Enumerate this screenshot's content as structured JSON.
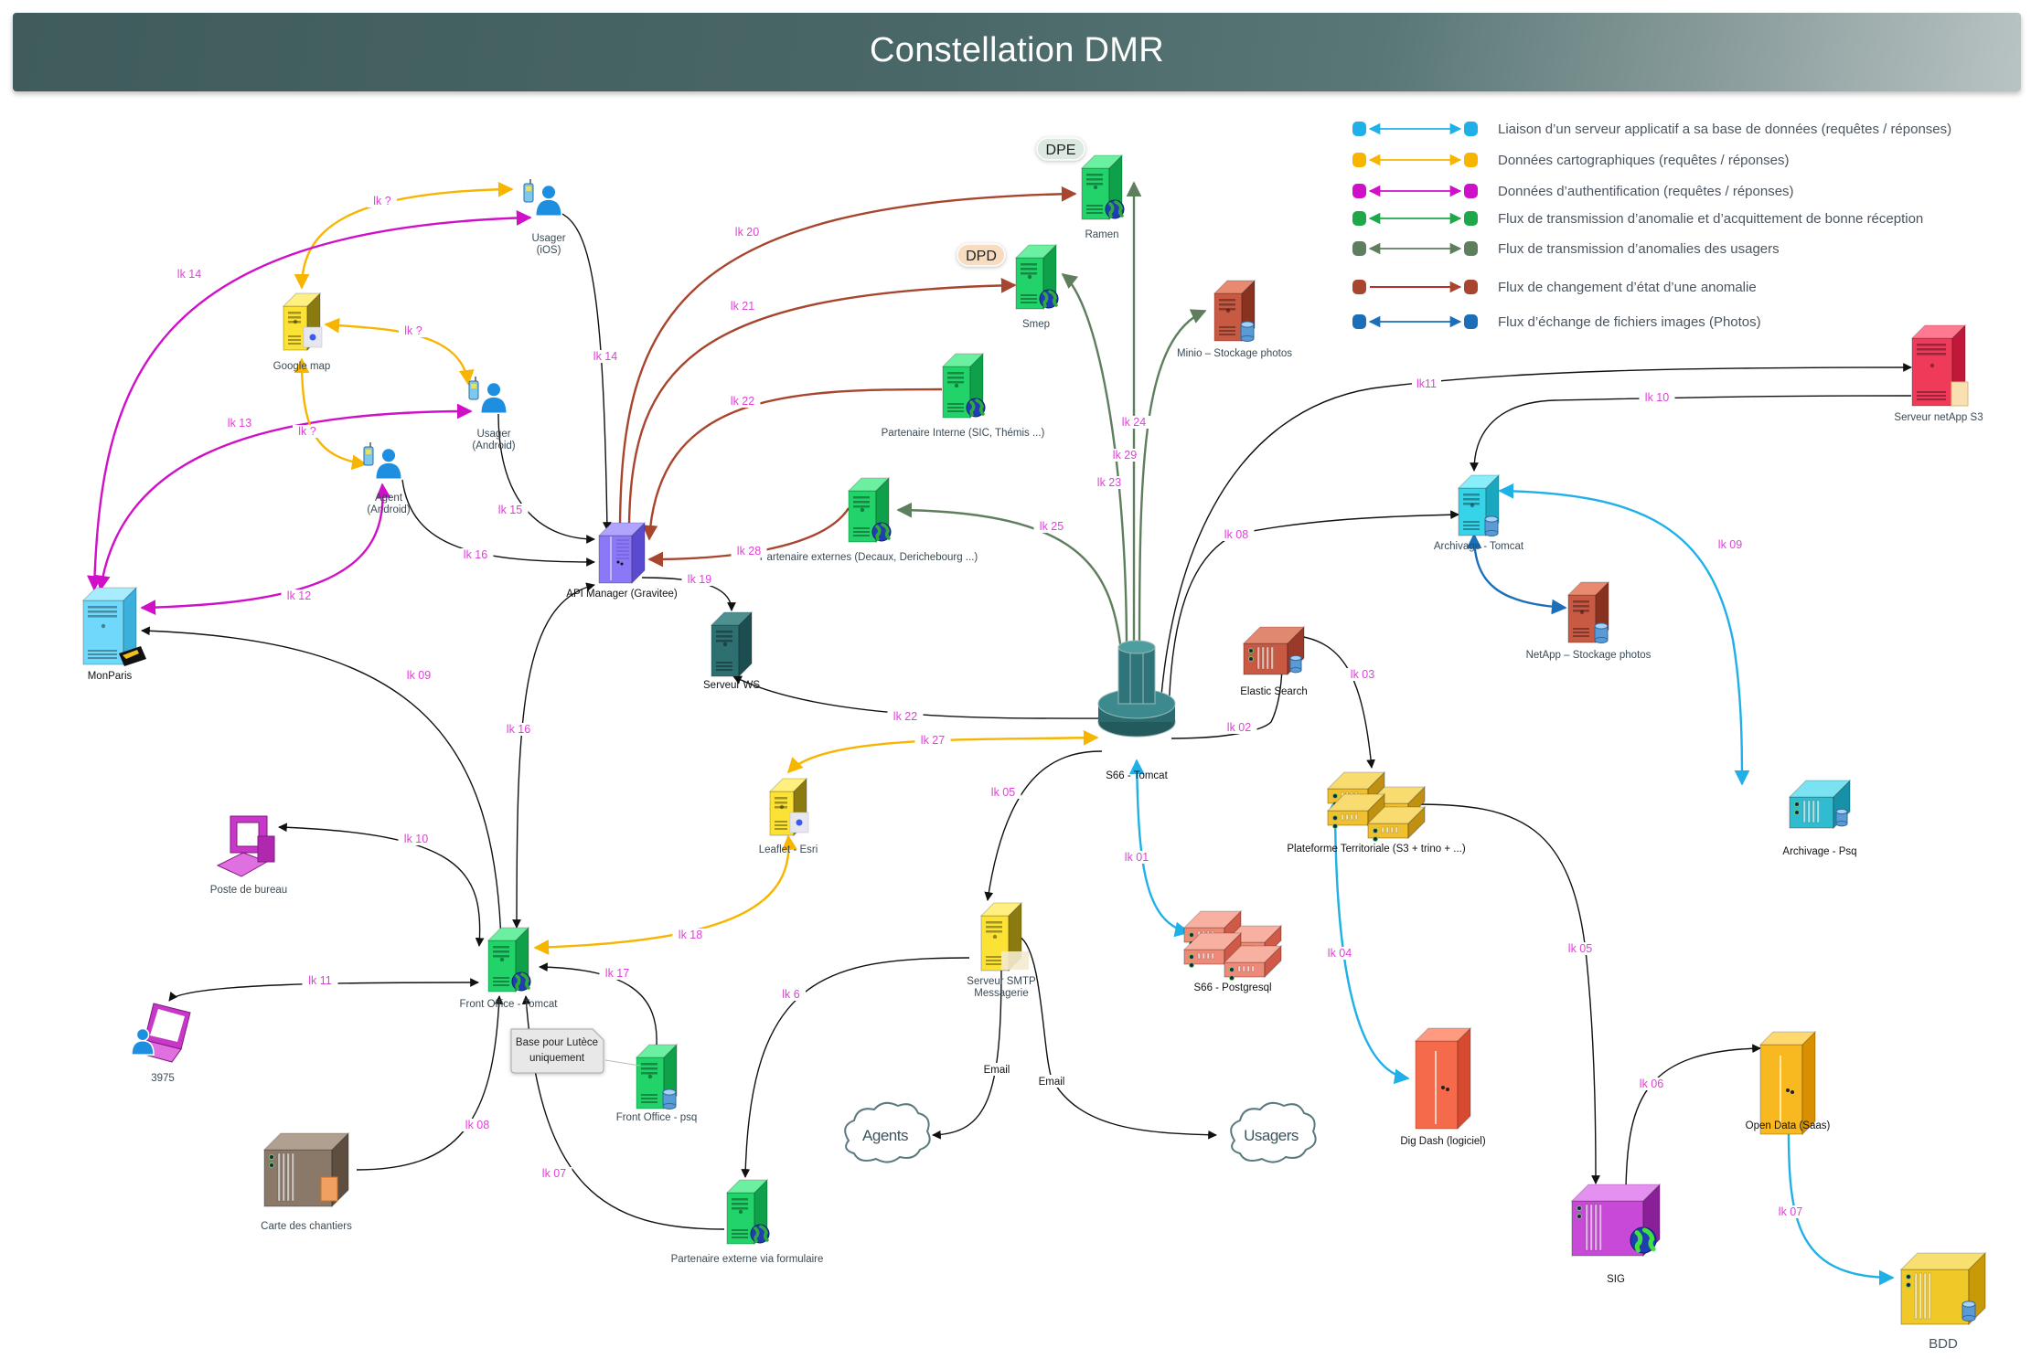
{
  "title": "Constellation DMR",
  "colors": {
    "db": "#1fb0e8",
    "carto": "#f7b500",
    "auth": "#d010c8",
    "anomaly": "#1ea84a",
    "user_anomaly": "#5e7e5e",
    "state_change": "#a8452e",
    "photos": "#1a6fb8",
    "generic": "#111111",
    "label": "#e040d8"
  },
  "legend": [
    {
      "type": "db",
      "label": "Liaison d’un serveur applicatif a sa base de données (requêtes / réponses)",
      "color": "#1fb0e8",
      "dots": "#1fb0e8"
    },
    {
      "type": "carto",
      "label": "Données cartographiques (requêtes / réponses)",
      "color": "#f7b500",
      "dots": "#f7b500"
    },
    {
      "type": "auth",
      "label": "Données d’authentification (requêtes / réponses)",
      "color": "#d010c8",
      "dots": "#d010c8"
    },
    {
      "type": "anomaly",
      "label": "Flux de transmission d’anomalie et d’acquittement de bonne réception",
      "color": "#1ea84a",
      "dots": "#1ea84a"
    },
    {
      "type": "user_anomaly",
      "label": "Flux de transmission d’anomalies des usagers",
      "color": "#5e7e5e",
      "dots": "#5e7e5e"
    },
    {
      "type": "state_change",
      "label": "Flux de changement d’état d’une anomalie",
      "color": "#b01010",
      "dots": "#a8452e"
    },
    {
      "type": "photos",
      "label": "Flux d’échange de fichiers images (Photos)",
      "color": "#1a6fb8",
      "dots": "#1a6fb8"
    }
  ],
  "tags": [
    {
      "id": "dpe",
      "label": "DPE",
      "bg": "#dce9e0"
    },
    {
      "id": "dpd",
      "label": "DPD",
      "bg": "#f8dcc0"
    }
  ],
  "note": {
    "lines": [
      "Base pour Lutèce",
      "uniquement"
    ]
  },
  "nodes": [
    {
      "id": "usager-ios",
      "label": [
        "Usager",
        "(iOS)"
      ],
      "kind": "user"
    },
    {
      "id": "google-map",
      "label": [
        "Google map"
      ],
      "kind": "yellow-server"
    },
    {
      "id": "usager-android",
      "label": [
        "Usager",
        "(Android)"
      ],
      "kind": "user"
    },
    {
      "id": "agent-android",
      "label": [
        "Agent",
        "(Android)"
      ],
      "kind": "user"
    },
    {
      "id": "monparis",
      "label": [
        "MonParis"
      ],
      "kind": "monparis"
    },
    {
      "id": "api-manager",
      "label": [
        "API Manager (Gravitee)"
      ],
      "kind": "api"
    },
    {
      "id": "serveur-ws",
      "label": [
        "Serveur WS"
      ],
      "kind": "teal-server"
    },
    {
      "id": "ramen",
      "label": [
        "Ramen"
      ],
      "kind": "green-web"
    },
    {
      "id": "smep",
      "label": [
        "Smep"
      ],
      "kind": "green-web"
    },
    {
      "id": "partenaire-interne",
      "label": [
        "Partenaire Interne (SIC, Thémis ...)"
      ],
      "kind": "green-web"
    },
    {
      "id": "partenaire-externes",
      "label": [
        "Partenaire externes (Decaux, Derichebourg ...)"
      ],
      "kind": "green-web"
    },
    {
      "id": "minio",
      "label": [
        "Minio – Stockage photos"
      ],
      "kind": "red-db"
    },
    {
      "id": "s66-tomcat",
      "label": [
        "S66 - Tomcat"
      ],
      "kind": "tower"
    },
    {
      "id": "elastic",
      "label": [
        "Elastic Search"
      ],
      "kind": "rack-red"
    },
    {
      "id": "serveur-netapp",
      "label": [
        "Serveur netApp S3"
      ],
      "kind": "pink-server"
    },
    {
      "id": "archivage-tomcat",
      "label": [
        "Archivage - Tomcat"
      ],
      "kind": "cyan-db"
    },
    {
      "id": "netapp-stockage",
      "label": [
        "NetApp – Stockage photos"
      ],
      "kind": "red-db"
    },
    {
      "id": "plateforme",
      "label": [
        "Plateforme Territoriale (S3 + trino + ...)"
      ],
      "kind": "rack-yellow-stack"
    },
    {
      "id": "archivage-psq",
      "label": [
        "Archivage - Psq"
      ],
      "kind": "rack-cyan"
    },
    {
      "id": "leaflet",
      "label": [
        "Leaflet - Esri"
      ],
      "kind": "yellow-server"
    },
    {
      "id": "smtp",
      "label": [
        "Serveur SMTP",
        "Messagerie"
      ],
      "kind": "yellow-mail"
    },
    {
      "id": "s66-postgresql",
      "label": [
        "S66 - Postgresql"
      ],
      "kind": "rack-salmon-stack"
    },
    {
      "id": "front-office-tomcat",
      "label": [
        "Front Office - Tomcat"
      ],
      "kind": "green-web"
    },
    {
      "id": "front-office-psq",
      "label": [
        "Front Office - psq"
      ],
      "kind": "green-db"
    },
    {
      "id": "poste-bureau",
      "label": [
        "Poste de bureau"
      ],
      "kind": "desktop"
    },
    {
      "id": "n3975",
      "label": [
        "3975"
      ],
      "kind": "laptop"
    },
    {
      "id": "carte-chantiers",
      "label": [
        "Carte des chantiers"
      ],
      "kind": "rack-brown"
    },
    {
      "id": "partenaire-formulaire",
      "label": [
        "Partenaire externe via formulaire"
      ],
      "kind": "green-web"
    },
    {
      "id": "agents-cloud",
      "label": [
        "Agents"
      ],
      "kind": "cloud"
    },
    {
      "id": "usagers-cloud",
      "label": [
        "Usagers"
      ],
      "kind": "cloud"
    },
    {
      "id": "dig-dash",
      "label": [
        "Dig Dash (logiciel)"
      ],
      "kind": "orange-tall"
    },
    {
      "id": "sig",
      "label": [
        "SIG"
      ],
      "kind": "rack-purple"
    },
    {
      "id": "open-data",
      "label": [
        "Open Data (Saas)"
      ],
      "kind": "gold-tall"
    },
    {
      "id": "bdd",
      "label": [
        "BDD"
      ],
      "kind": "rack-gold"
    }
  ],
  "edges": [
    {
      "id": "e-lk-q1",
      "label": "lk ?",
      "type": "carto",
      "from": "google-map",
      "to": "usager-ios"
    },
    {
      "id": "e-lk14a",
      "label": "lk 14",
      "type": "auth",
      "from": "monparis",
      "to": "usager-ios"
    },
    {
      "id": "e-lk-q2",
      "label": "lk ?",
      "type": "carto",
      "from": "google-map",
      "to": "usager-android"
    },
    {
      "id": "e-lk13",
      "label": "lk 13",
      "type": "auth",
      "from": "monparis",
      "to": "usager-android"
    },
    {
      "id": "e-lk-q3",
      "label": "lk ?",
      "type": "carto",
      "from": "google-map",
      "to": "agent-android"
    },
    {
      "id": "e-lk12",
      "label": "lk 12",
      "type": "auth",
      "from": "agent-android",
      "to": "monparis"
    },
    {
      "id": "e-lk14b",
      "label": "lk 14",
      "type": "generic",
      "from": "usager-ios",
      "to": "api-manager"
    },
    {
      "id": "e-lk15",
      "label": "lk 15",
      "type": "generic",
      "from": "usager-android",
      "to": "api-manager"
    },
    {
      "id": "e-lk16a",
      "label": "lk 16",
      "type": "generic",
      "from": "agent-android",
      "to": "api-manager"
    },
    {
      "id": "e-lk20",
      "label": "lk 20",
      "type": "state_change",
      "from": "api-manager",
      "to": "ramen"
    },
    {
      "id": "e-lk21",
      "label": "lk 21",
      "type": "state_change",
      "from": "api-manager",
      "to": "smep"
    },
    {
      "id": "e-lk22a",
      "label": "lk 22",
      "type": "state_change",
      "from": "partenaire-interne",
      "to": "api-manager"
    },
    {
      "id": "e-lk28",
      "label": "lk 28",
      "type": "state_change",
      "from": "partenaire-externes",
      "to": "api-manager"
    },
    {
      "id": "e-lk19",
      "label": "lk 19",
      "type": "generic",
      "from": "api-manager",
      "to": "serveur-ws"
    },
    {
      "id": "e-lk09a",
      "label": "lk 09",
      "type": "generic",
      "from": "front-office-tomcat",
      "to": "monparis"
    },
    {
      "id": "e-lk16b",
      "label": "lk 16",
      "type": "generic",
      "from": "front-office-tomcat",
      "to": "api-manager"
    },
    {
      "id": "e-lk24",
      "label": "lk 24",
      "type": "user_anomaly",
      "from": "s66-tomcat",
      "to": "ramen"
    },
    {
      "id": "e-lk29",
      "label": "lk 29",
      "type": "user_anomaly",
      "from": "s66-tomcat",
      "to": "minio"
    },
    {
      "id": "e-lk23",
      "label": "lk 23",
      "type": "user_anomaly",
      "from": "s66-tomcat",
      "to": "smep"
    },
    {
      "id": "e-lk25",
      "label": "lk 25",
      "type": "user_anomaly",
      "from": "s66-tomcat",
      "to": "partenaire-externes"
    },
    {
      "id": "e-lk22b",
      "label": "lk 22",
      "type": "generic",
      "from": "s66-tomcat",
      "to": "serveur-ws"
    },
    {
      "id": "e-lk27",
      "label": "lk 27",
      "type": "carto",
      "from": "leaflet",
      "to": "s66-tomcat"
    },
    {
      "id": "e-lk11a",
      "label": "lk11",
      "type": "generic",
      "from": "s66-tomcat",
      "to": "serveur-netapp"
    },
    {
      "id": "e-lk10a",
      "label": "lk 10",
      "type": "generic",
      "from": "serveur-netapp",
      "to": "archivage-tomcat"
    },
    {
      "id": "e-lk08a",
      "label": "lk 08",
      "type": "generic",
      "from": "s66-tomcat",
      "to": "archivage-tomcat"
    },
    {
      "id": "e-lk09b",
      "label": "lk 09",
      "type": "db",
      "from": "archivage-tomcat",
      "to": "archivage-psq"
    },
    {
      "id": "e-photo",
      "label": "",
      "type": "photos",
      "from": "archivage-tomcat",
      "to": "netapp-stockage"
    },
    {
      "id": "e-lk02",
      "label": "lk 02",
      "type": "generic",
      "from": "s66-tomcat",
      "to": "elastic"
    },
    {
      "id": "e-lk03",
      "label": "lk 03",
      "type": "generic",
      "from": "elastic",
      "to": "plateforme"
    },
    {
      "id": "e-lk05a",
      "label": "lk 05",
      "type": "generic",
      "from": "s66-tomcat",
      "to": "smtp"
    },
    {
      "id": "e-lk01",
      "label": "lk 01",
      "type": "db",
      "from": "s66-tomcat",
      "to": "s66-postgresql"
    },
    {
      "id": "e-lk04",
      "label": "lk 04",
      "type": "db",
      "from": "plateforme",
      "to": "dig-dash"
    },
    {
      "id": "e-lk05b",
      "label": "lk 05",
      "type": "generic",
      "from": "plateforme",
      "to": "sig"
    },
    {
      "id": "e-lk06",
      "label": "lk 06",
      "type": "generic",
      "from": "sig",
      "to": "open-data"
    },
    {
      "id": "e-lk07a",
      "label": "lk 07",
      "type": "db",
      "from": "open-data",
      "to": "bdd"
    },
    {
      "id": "e-lk18",
      "label": "lk 18",
      "type": "carto",
      "from": "leaflet",
      "to": "front-office-tomcat"
    },
    {
      "id": "e-lk6",
      "label": "lk 6",
      "type": "generic",
      "from": "smtp",
      "to": "partenaire-formulaire"
    },
    {
      "id": "e-email1",
      "label": "Email",
      "type": "generic",
      "from": "smtp",
      "to": "agents-cloud"
    },
    {
      "id": "e-email2",
      "label": "Email",
      "type": "generic",
      "from": "smtp",
      "to": "usagers-cloud"
    },
    {
      "id": "e-lk10b",
      "label": "lk 10",
      "type": "generic",
      "from": "front-office-tomcat",
      "to": "poste-bureau"
    },
    {
      "id": "e-lk11b",
      "label": "lk 11",
      "type": "generic",
      "from": "front-office-tomcat",
      "to": "n3975"
    },
    {
      "id": "e-lk17",
      "label": "lk 17",
      "type": "generic",
      "from": "front-office-psq",
      "to": "front-office-tomcat"
    },
    {
      "id": "e-lk08b",
      "label": "lk 08",
      "type": "generic",
      "from": "carte-chantiers",
      "to": "front-office-tomcat"
    },
    {
      "id": "e-lk07b",
      "label": "lk 07",
      "type": "generic",
      "from": "partenaire-formulaire",
      "to": "front-office-tomcat"
    }
  ]
}
